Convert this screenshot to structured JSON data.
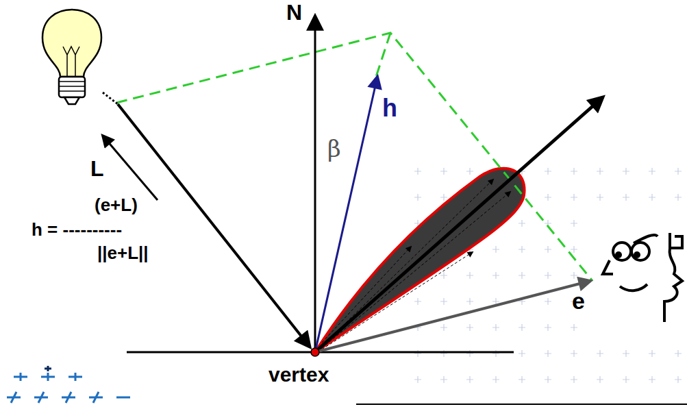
{
  "diagram": {
    "labels": [
      "N",
      "h",
      "β",
      "L",
      "(e+L)",
      "h = ----------",
      "||e+L||",
      "e",
      "vertex"
    ]
  }
}
